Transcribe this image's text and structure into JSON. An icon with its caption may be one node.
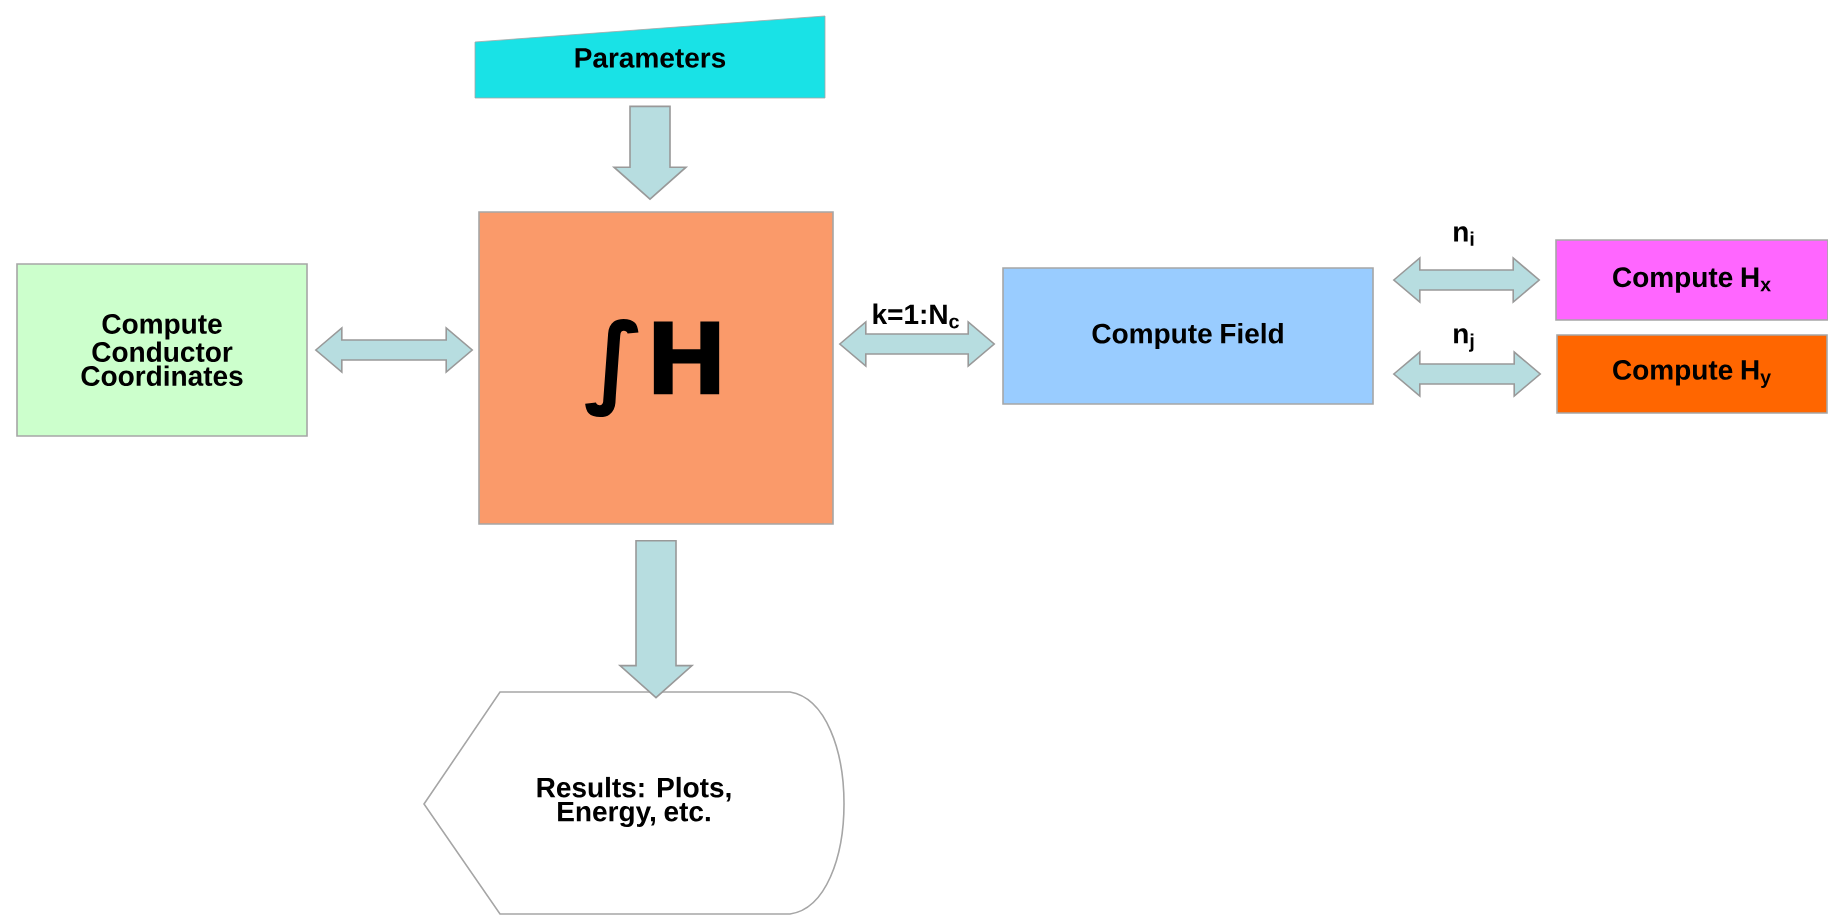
{
  "diagram": {
    "nodes": [
      {
        "text": [
          "Parameters"
        ]
      },
      {
        "text": [
          "∫H"
        ]
      },
      {
        "text": [
          "Compute Conductor Coordinates"
        ]
      },
      {
        "text": [
          "Compute Field"
        ]
      },
      {
        "text": [
          "Compute H$_{x}$"
        ]
      },
      {
        "text": [
          "Compute H$_{y}$"
        ]
      },
      {
        "text": [
          "Results: Plots, Energy, etc."
        ]
      }
    ],
    "edges": [
      {
        "from": 0,
        "to": 1,
        "arrow": "to"
      },
      {
        "from": 2,
        "to": 1,
        "arrow": "both"
      },
      {
        "from": 1,
        "to": 3,
        "arrow": "both",
        "label": "k=1:N$_{c}$"
      },
      {
        "from": 3,
        "to": 4,
        "arrow": "both",
        "label": "n$_{i}$"
      },
      {
        "from": 3,
        "to": 5,
        "arrow": "both",
        "label": "n$_{j}$"
      },
      {
        "from": 1,
        "to": 6,
        "arrow": "to"
      }
    ]
  }
}
